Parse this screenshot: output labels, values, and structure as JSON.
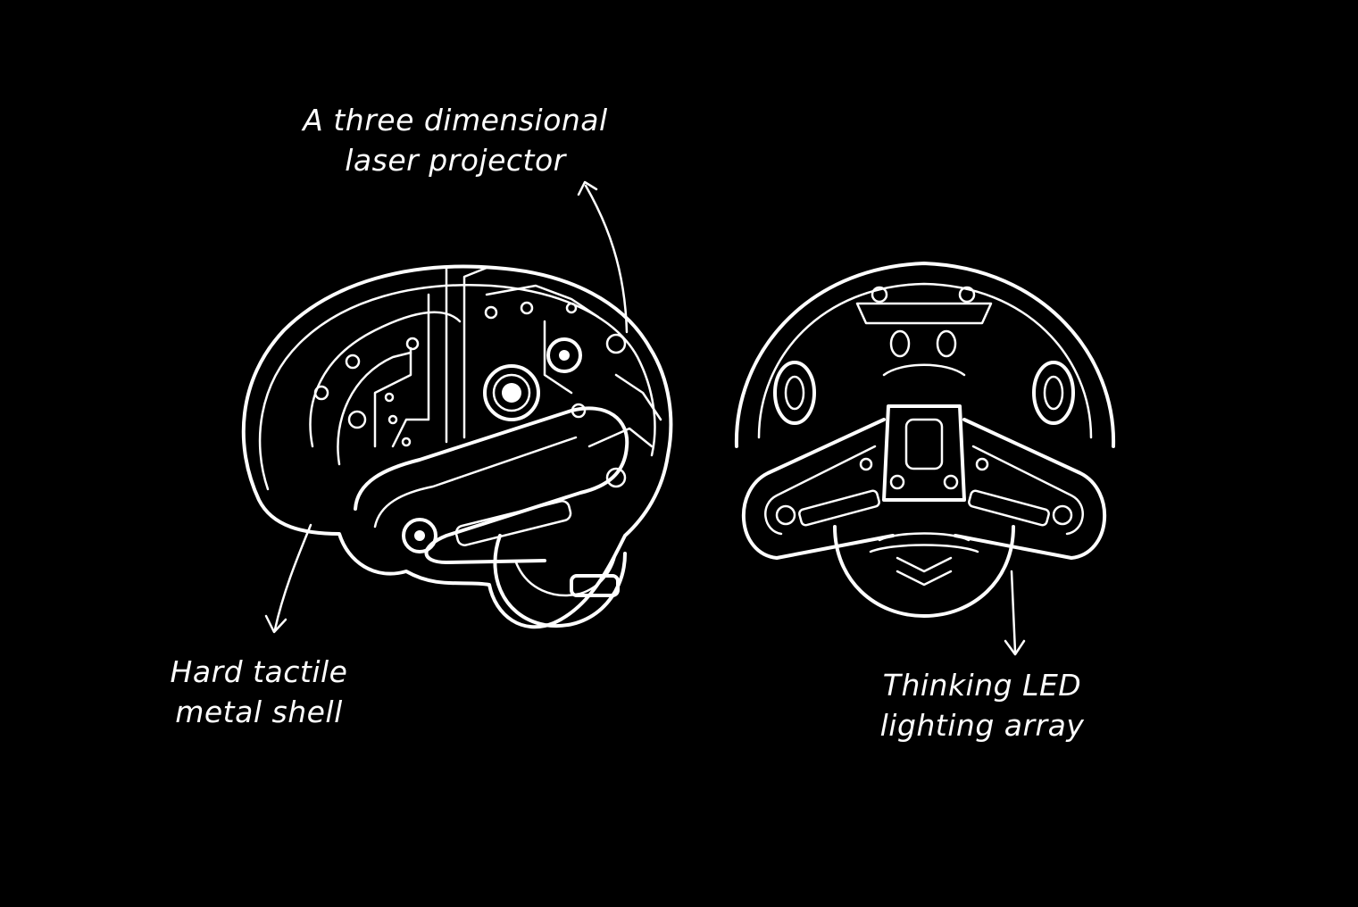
{
  "annotations": {
    "projector": {
      "line1": "A three dimensional",
      "line2": "laser projector"
    },
    "shell": {
      "line1": "Hard tactile",
      "line2": "metal shell"
    },
    "led": {
      "line1": "Thinking LED",
      "line2": "lighting array"
    }
  },
  "colors": {
    "background": "#000000",
    "ink": "#ffffff"
  }
}
